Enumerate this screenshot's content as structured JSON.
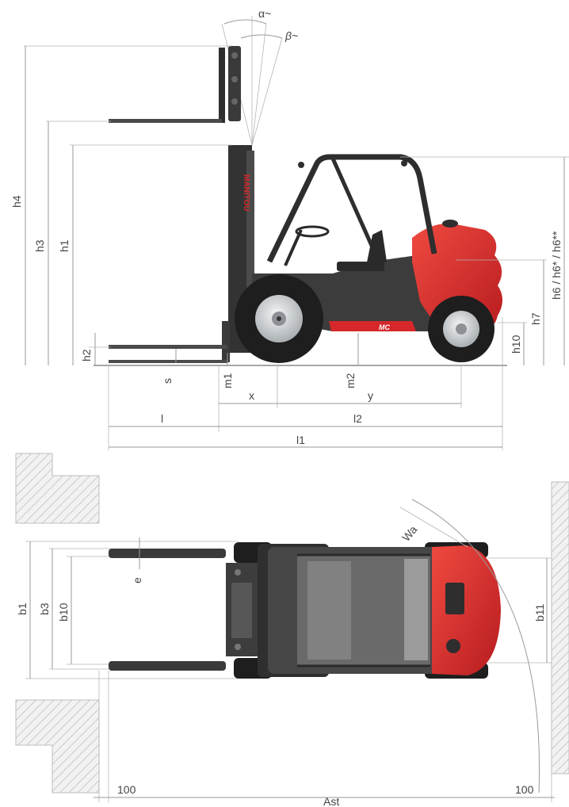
{
  "side_view": {
    "labels": {
      "alpha": "α~",
      "beta": "β~",
      "h4": "h4",
      "h3": "h3",
      "h1": "h1",
      "h2": "h2",
      "s": "s",
      "m1": "m1",
      "m2": "m2",
      "x": "x",
      "y": "y",
      "l": "l",
      "l2": "l2",
      "l1": "l1",
      "h6": "h6 / h6* / h6**",
      "h7": "h7",
      "h10": "h10"
    },
    "mast_brand": "MANITOU",
    "rear_badge": "MC"
  },
  "top_view": {
    "labels": {
      "b1": "b1",
      "b3": "b3",
      "b10": "b10",
      "b11": "b11",
      "e": "e",
      "wa": "Wa",
      "ast": "Ast",
      "clearance_left": "100",
      "clearance_right": "100"
    }
  },
  "colors": {
    "body_red": "#d6282b",
    "body_dark": "#3a3a3a",
    "tire": "#1e1e1e",
    "rim": "#cfd3d6",
    "dimension_line": "#9a9a9a",
    "hatch": "#c9c9c9"
  }
}
